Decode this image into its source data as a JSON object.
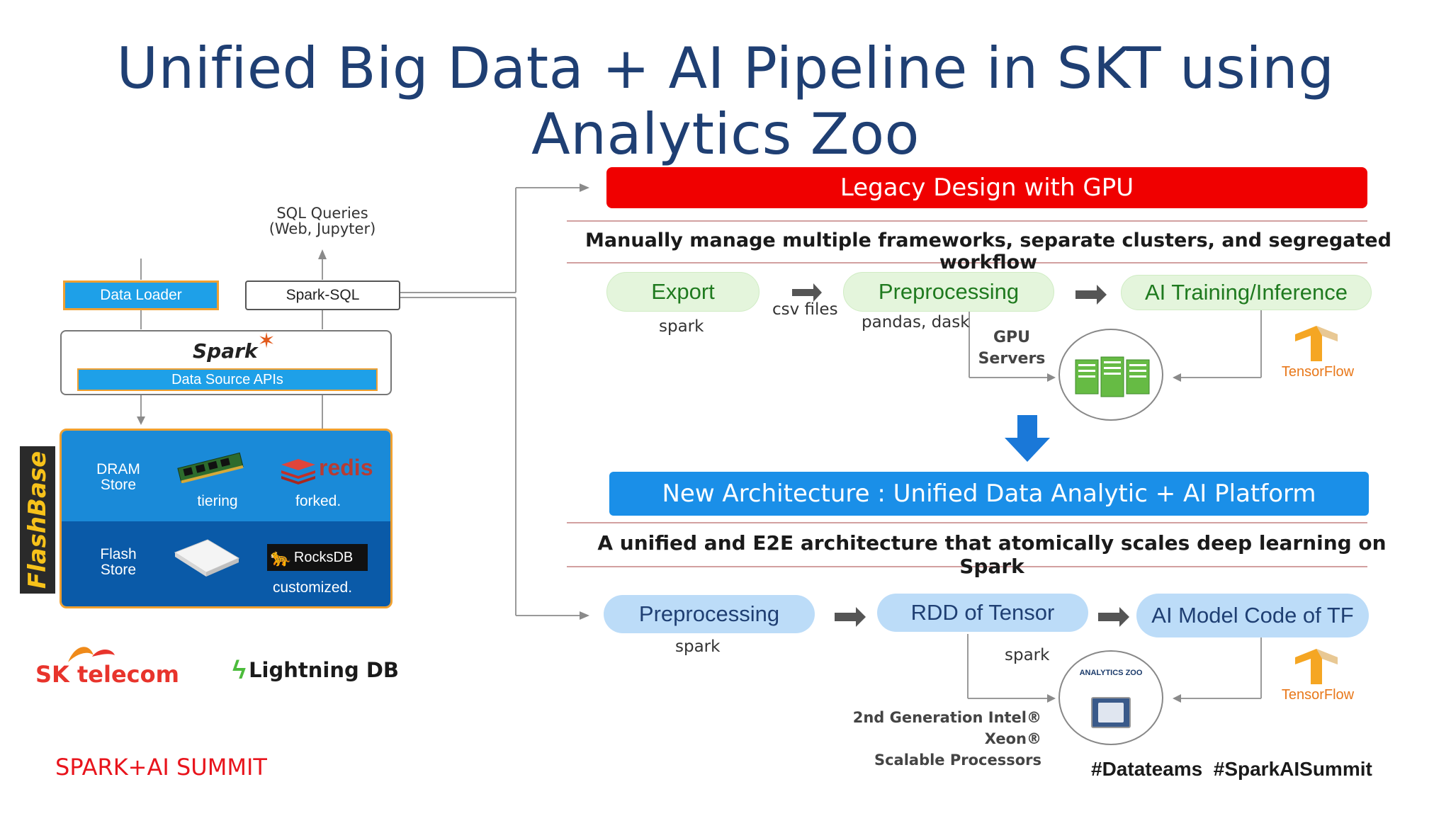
{
  "title": "Unified Big Data + AI  Pipeline in SKT using Analytics Zoo",
  "left": {
    "sql_queries": "SQL Queries",
    "sql_queries_sub": "(Web, Jupyter)",
    "data_loader": "Data Loader",
    "spark_sql": "Spark-SQL",
    "spark_logo": "Spark",
    "data_source_apis": "Data Source APIs",
    "flashbase": "FlashBase",
    "dram_store": "DRAM Store",
    "tiering": "tiering",
    "redis": "redis",
    "forked": "forked.",
    "flash_store": "Flash Store",
    "rocksdb": "RocksDB",
    "customized": "customized.",
    "sk_telecom": "SK telecom",
    "lightning_db": "Lightning DB",
    "summit": "SPARK+AI SUMMIT"
  },
  "legacy": {
    "header": "Legacy Design with GPU",
    "subtitle": "Manually manage multiple frameworks, separate clusters, and segregated workflow",
    "export": "Export",
    "spark": "spark",
    "csv_files": "csv files",
    "preprocessing": "Preprocessing",
    "pandas": "pandas, dask",
    "ai_training": "AI Training/Inference",
    "gpu_servers": "GPU Servers",
    "tensorflow": "TensorFlow"
  },
  "new_arch": {
    "header": "New Architecture :  Unified  Data Analytic + AI Platform",
    "subtitle": "A unified and E2E architecture that atomically scales deep learning on Spark",
    "preprocessing": "Preprocessing",
    "spark1": "spark",
    "rdd": "RDD of Tensor",
    "spark2": "spark",
    "ai_model": "AI Model Code of TF",
    "analytics_zoo": "ANALYTICS ZOO",
    "intel_xeon": "2nd Generation Intel® Xeon®",
    "scalable": "Scalable Processors",
    "tensorflow": "TensorFlow"
  },
  "hashtags": "#Datateams  #SparkAISummit",
  "colors": {
    "title_blue": "#1f3f73",
    "legacy_red": "#f00000",
    "new_blue": "#1a8fe8",
    "green_pill": "#e4f5dc",
    "blue_pill": "#bcdcf8",
    "flash_dark": "#0a5aa8",
    "flash_light": "#1a8ad8",
    "data_loader_blue": "#1ea0e8",
    "orange_border": "#f0a030"
  }
}
